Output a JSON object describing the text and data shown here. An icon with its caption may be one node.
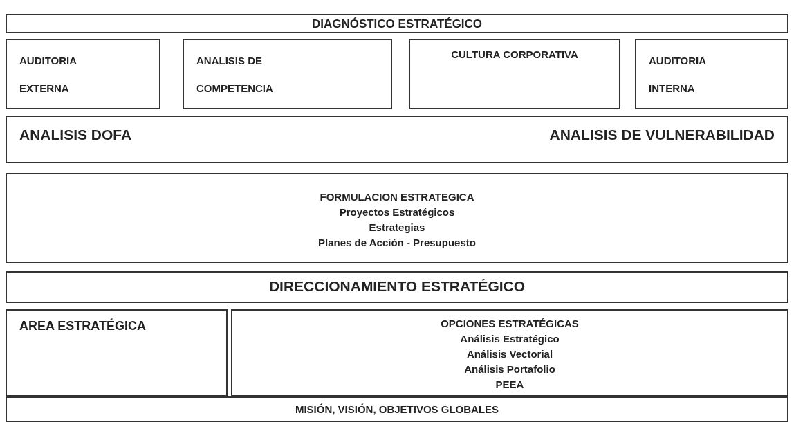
{
  "diagram": {
    "nodes": [
      {
        "text": [
          "DIAGNÓSTICO ESTRATÉGICO"
        ]
      },
      {
        "text": [
          "AUDITORIA EXTERNA"
        ]
      },
      {
        "text": [
          "ANALISIS DE COMPETENCIA"
        ]
      },
      {
        "text": [
          "CULTURA CORPORATIVA"
        ]
      },
      {
        "text": [
          "AUDITORIA INTERNA"
        ]
      },
      {
        "text": [
          "ANALISIS DOFA",
          "ANALISIS DE VULNERABILIDAD"
        ]
      },
      {
        "text": [
          "FORMULACION ESTRATEGICA",
          "Proyectos Estratégicos",
          "Estrategias",
          "Planes de Acción - Presupuesto"
        ]
      },
      {
        "text": [
          "DIRECCIONAMIENTO ESTRATÉGICO"
        ]
      },
      {
        "text": [
          "AREA ESTRATÉGICA"
        ]
      },
      {
        "text": [
          "OPCIONES ESTRATÉGICAS",
          "Análisis Estratégico",
          "Análisis Vectorial",
          "Análisis Portafolio",
          "PEEA"
        ]
      },
      {
        "text": [
          "MISIÓN, VISIÓN, OBJETIVOS GLOBALES"
        ]
      }
    ]
  }
}
